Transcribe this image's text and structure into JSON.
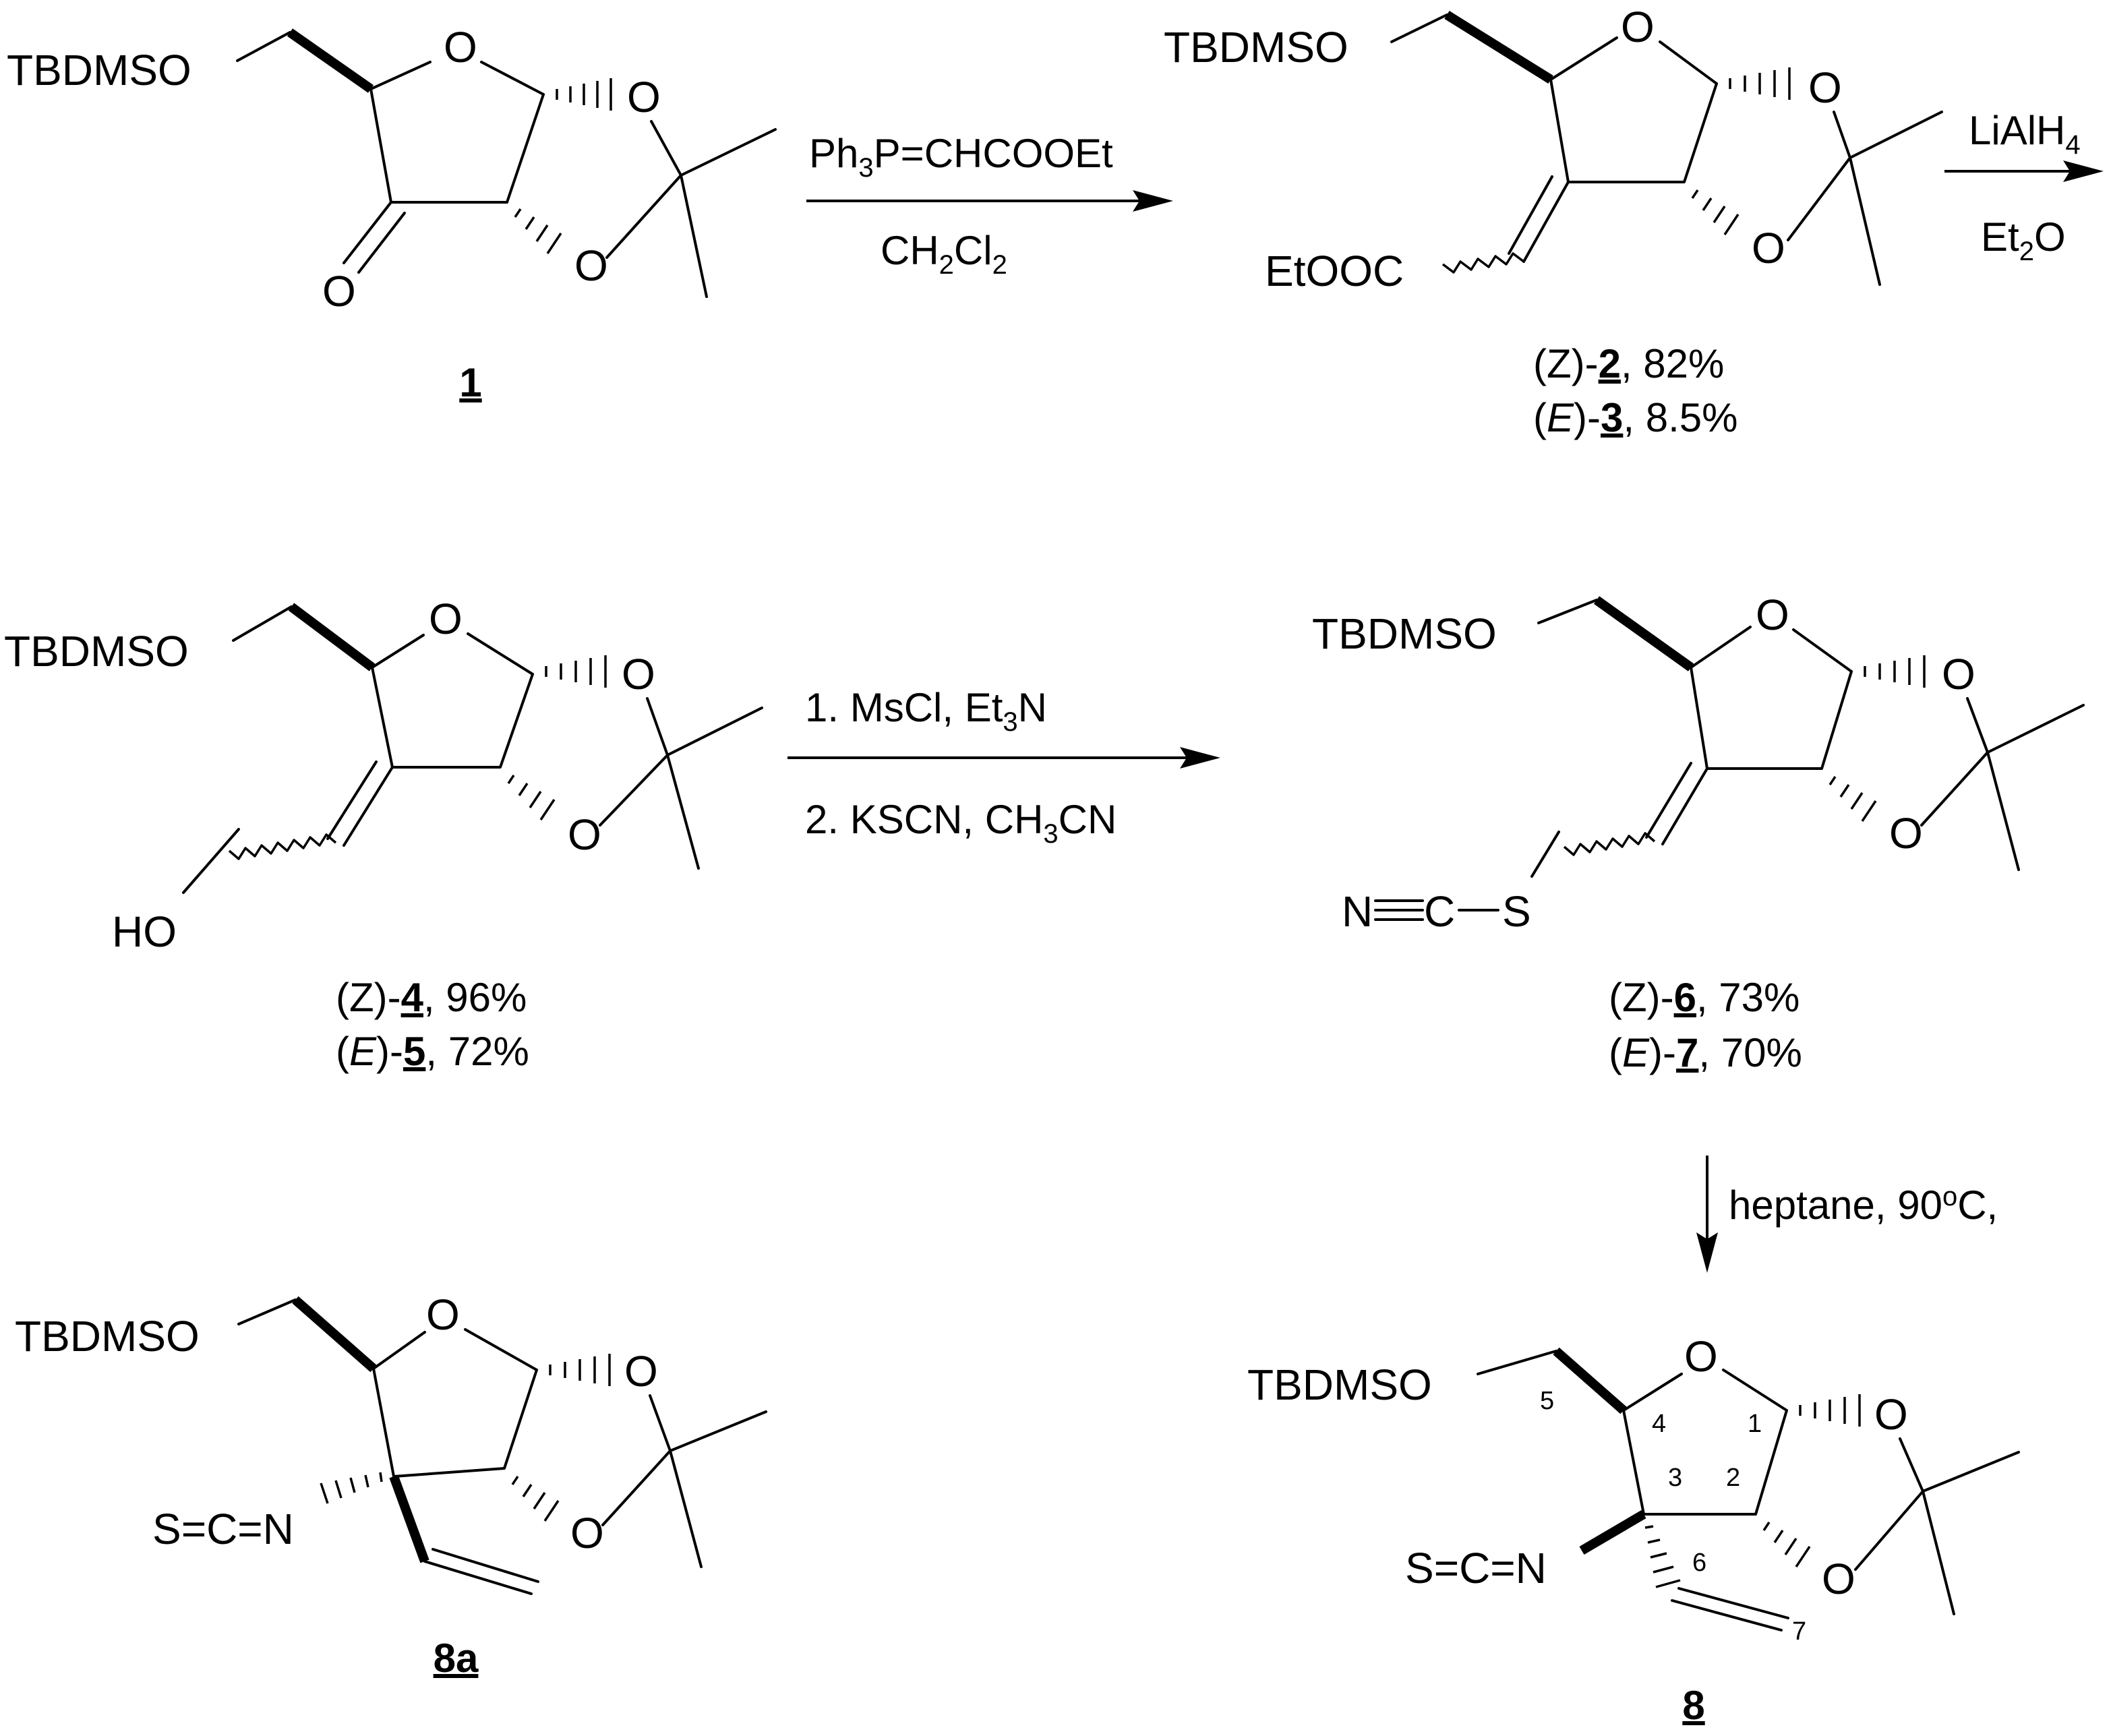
{
  "compounds": {
    "c1": {
      "id": "1",
      "tbdmso": "TBDMSO",
      "ring_o": "O",
      "o_top": "O",
      "o_bot": "O",
      "keto_o": "O"
    },
    "c2": {
      "tbdmso": "TBDMSO",
      "ring_o": "O",
      "o_top": "O",
      "o_bot": "O",
      "ester": "EtOOC",
      "line1": {
        "pre": "(Z)-",
        "id": "2",
        "post": ", 82%"
      },
      "line2": {
        "pre": "(",
        "it": "E",
        "mid": ")-",
        "id": "3",
        "post": ", 8.5%"
      }
    },
    "c4": {
      "tbdmso": "TBDMSO",
      "ring_o": "O",
      "o_top": "O",
      "o_bot": "O",
      "ho": "HO",
      "line1": {
        "pre": "(Z)-",
        "id": "4",
        "post": ", 96%"
      },
      "line2": {
        "pre": "(",
        "it": "E",
        "mid": ")-",
        "id": "5",
        "post": ", 72%"
      }
    },
    "c6": {
      "tbdmso": "TBDMSO",
      "ring_o": "O",
      "o_top": "O",
      "o_bot": "O",
      "n": "N",
      "c": "C",
      "s": "S",
      "line1": {
        "pre": "(Z)-",
        "id": "6",
        "post": ", 73%"
      },
      "line2": {
        "pre": "(",
        "it": "E",
        "mid": ")-",
        "id": "7",
        "post": ", 70%"
      }
    },
    "c8a": {
      "id": "8a",
      "tbdmso": "TBDMSO",
      "ring_o": "O",
      "o_top": "O",
      "o_bot": "O",
      "scn": "S=C=N"
    },
    "c8": {
      "id": "8",
      "tbdmso": "TBDMSO",
      "ring_o": "O",
      "o_top": "O",
      "o_bot": "O",
      "scn": "S=C=N",
      "numbering": [
        "1",
        "2",
        "3",
        "4",
        "5",
        "6",
        "7"
      ]
    }
  },
  "steps": {
    "s1": {
      "above": {
        "a": "Ph",
        "sub": "3",
        "b": "P=CHCOOEt"
      },
      "below": {
        "a": "CH",
        "sub": "2",
        "b": "Cl",
        "sub2": "2"
      }
    },
    "s2": {
      "above": {
        "a": "LiAlH",
        "sub": "4"
      },
      "below": {
        "a": "Et",
        "sub": "2",
        "b": "O"
      }
    },
    "s3": {
      "above": {
        "a": "1. MsCl, Et",
        "sub": "3",
        "b": "N"
      },
      "below": {
        "a": "2. KSCN, CH",
        "sub": "3",
        "b": "CN"
      }
    },
    "s4": {
      "label": {
        "a": "heptane, 90",
        "sup": "o",
        "b": "C,"
      }
    }
  }
}
